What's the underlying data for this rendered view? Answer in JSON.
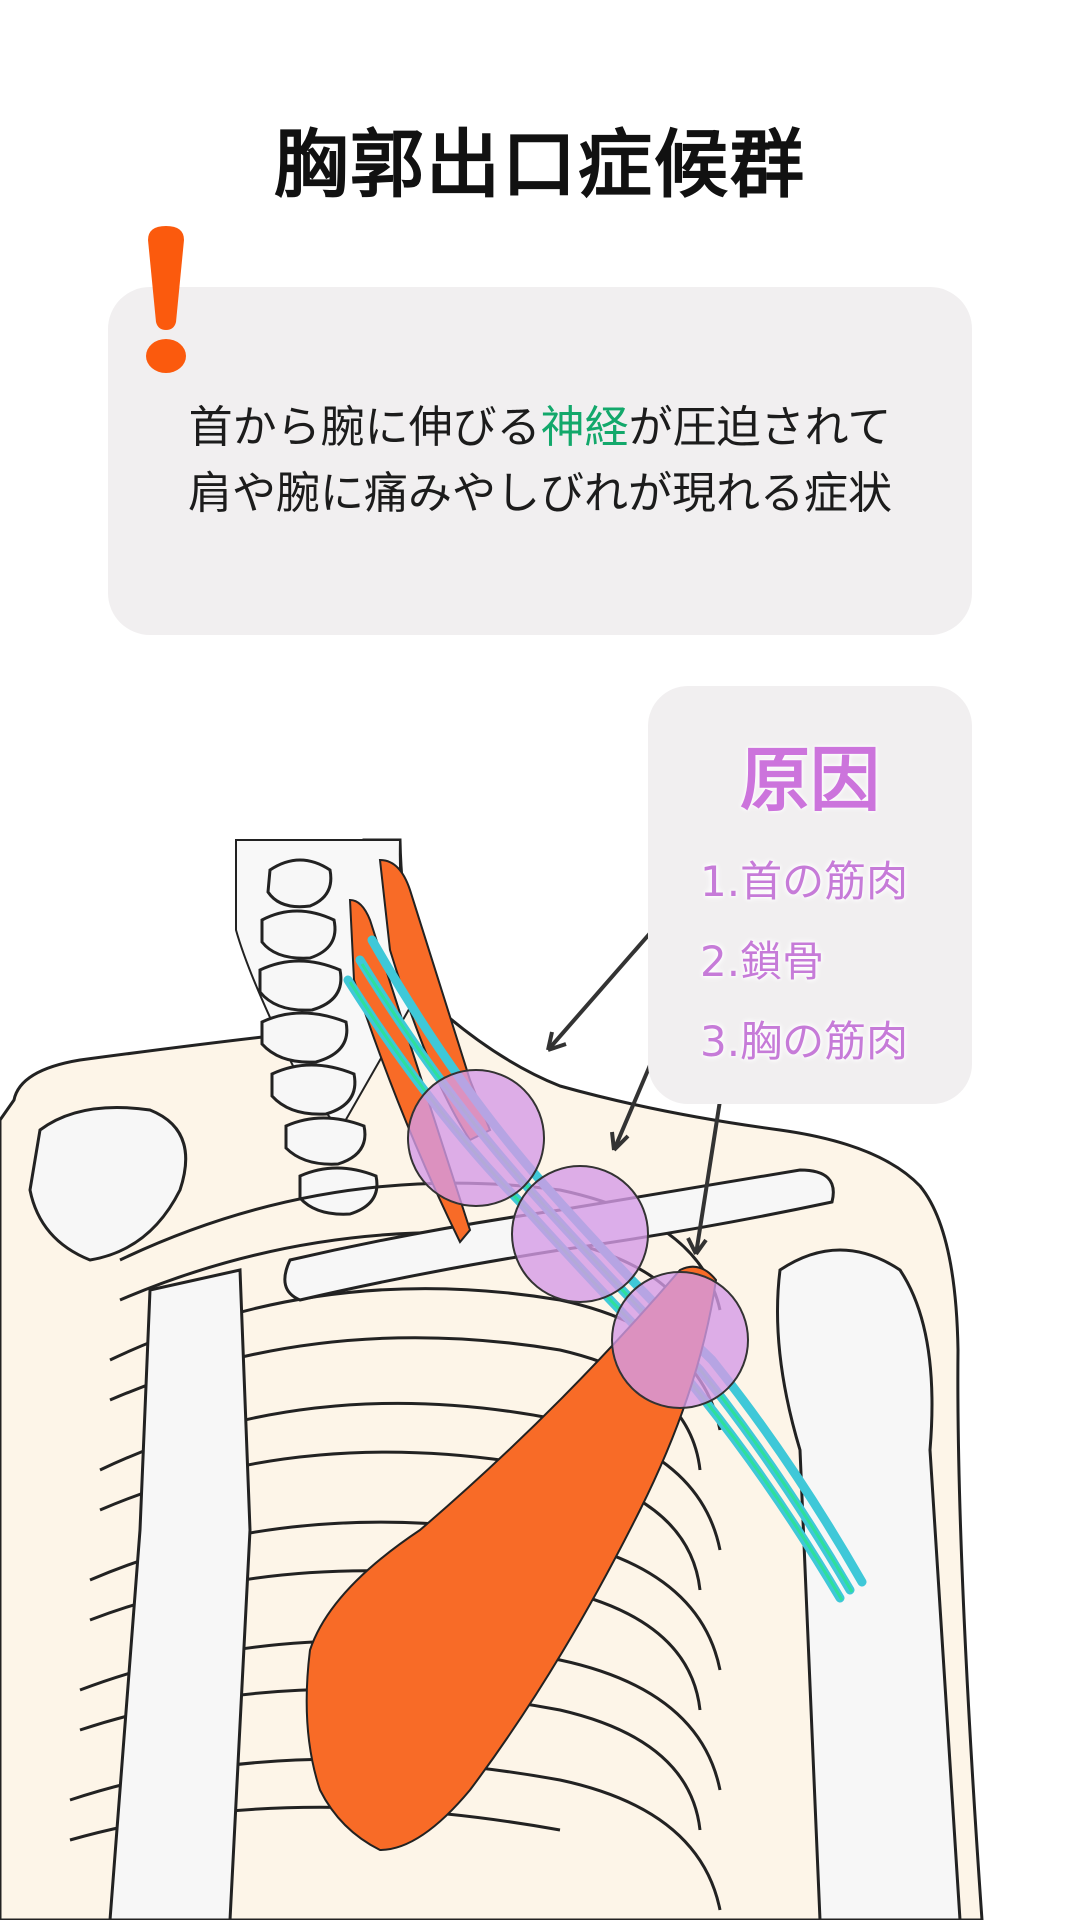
{
  "title": "胸郭出口症候群",
  "description": {
    "line1_pre": "首から腕に伸びる",
    "line1_highlight": "神経",
    "line1_post": "が圧迫されて",
    "line2": "肩や腕に痛みやしびれが現れる症状"
  },
  "causes": {
    "heading": "原因",
    "items": [
      "1.首の筋肉",
      "2.鎖骨",
      "3.胸の筋肉"
    ]
  },
  "icons": {
    "alert": "exclamation-icon"
  },
  "colors": {
    "accent_orange": "#fb5a0d",
    "nerve_green": "#13a86b",
    "cause_purple": "#c67bd8",
    "muscle_orange": "#f86b27",
    "skin": "#fdf5e8",
    "highlight_circle": "#d49be6"
  }
}
